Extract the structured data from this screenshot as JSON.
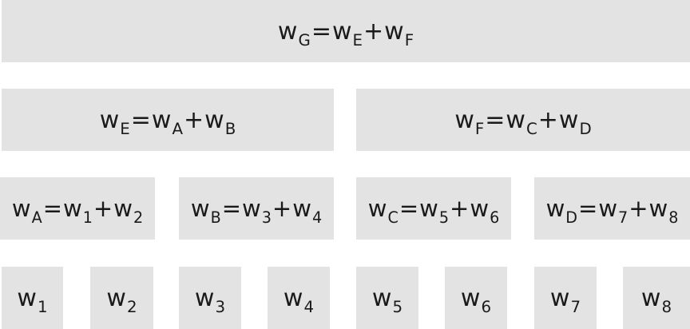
{
  "diagram": {
    "background": "#ffffff",
    "box_color": "#e3e3e3",
    "levels": [
      {
        "id": "top",
        "nodes": [
          {
            "id": "G",
            "lhs": {
              "base": "w",
              "sub": "G"
            },
            "rhs": [
              {
                "base": "w",
                "sub": "E"
              },
              {
                "base": "w",
                "sub": "F"
              }
            ]
          }
        ]
      },
      {
        "id": "second",
        "nodes": [
          {
            "id": "E",
            "lhs": {
              "base": "w",
              "sub": "E"
            },
            "rhs": [
              {
                "base": "w",
                "sub": "A"
              },
              {
                "base": "w",
                "sub": "B"
              }
            ]
          },
          {
            "id": "F",
            "lhs": {
              "base": "w",
              "sub": "F"
            },
            "rhs": [
              {
                "base": "w",
                "sub": "C"
              },
              {
                "base": "w",
                "sub": "D"
              }
            ]
          }
        ]
      },
      {
        "id": "third",
        "nodes": [
          {
            "id": "A",
            "lhs": {
              "base": "w",
              "sub": "A"
            },
            "rhs": [
              {
                "base": "w",
                "sub": "1"
              },
              {
                "base": "w",
                "sub": "2"
              }
            ]
          },
          {
            "id": "B",
            "lhs": {
              "base": "w",
              "sub": "B"
            },
            "rhs": [
              {
                "base": "w",
                "sub": "3"
              },
              {
                "base": "w",
                "sub": "4"
              }
            ]
          },
          {
            "id": "C",
            "lhs": {
              "base": "w",
              "sub": "C"
            },
            "rhs": [
              {
                "base": "w",
                "sub": "5"
              },
              {
                "base": "w",
                "sub": "6"
              }
            ]
          },
          {
            "id": "D",
            "lhs": {
              "base": "w",
              "sub": "D"
            },
            "rhs": [
              {
                "base": "w",
                "sub": "7"
              },
              {
                "base": "w",
                "sub": "8"
              }
            ]
          }
        ]
      },
      {
        "id": "leaf",
        "nodes": [
          {
            "id": "1",
            "lhs": {
              "base": "w",
              "sub": "1"
            }
          },
          {
            "id": "2",
            "lhs": {
              "base": "w",
              "sub": "2"
            }
          },
          {
            "id": "3",
            "lhs": {
              "base": "w",
              "sub": "3"
            }
          },
          {
            "id": "4",
            "lhs": {
              "base": "w",
              "sub": "4"
            }
          },
          {
            "id": "5",
            "lhs": {
              "base": "w",
              "sub": "5"
            }
          },
          {
            "id": "6",
            "lhs": {
              "base": "w",
              "sub": "6"
            }
          },
          {
            "id": "7",
            "lhs": {
              "base": "w",
              "sub": "7"
            }
          },
          {
            "id": "8",
            "lhs": {
              "base": "w",
              "sub": "8"
            }
          }
        ]
      }
    ],
    "symbols": {
      "equals": "=",
      "plus": "+"
    }
  }
}
